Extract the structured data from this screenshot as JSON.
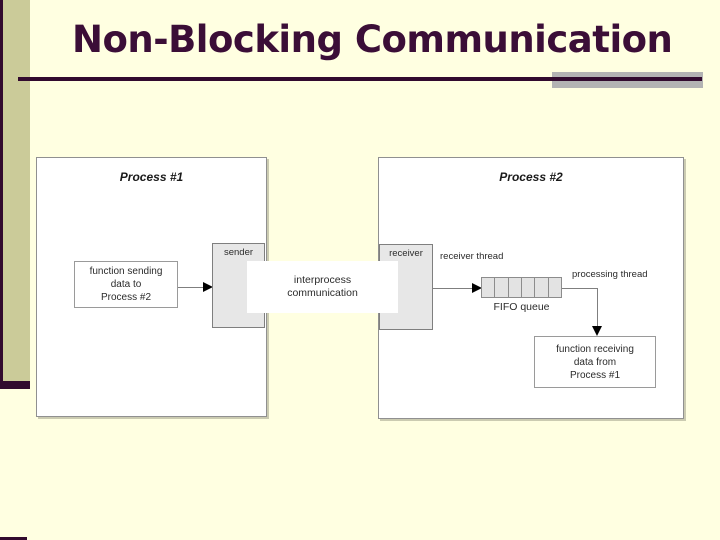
{
  "slide": {
    "title": "Non-Blocking Communication"
  },
  "colors": {
    "background": "#FFFFE1",
    "side_band": "#CBCB99",
    "accent_dark": "#320A2E",
    "title_color": "#3B0E37",
    "accent_gray_bar": "#B3B3B3",
    "gray_box_fill": "#E7E7E7"
  },
  "diagram": {
    "process1": {
      "title": "Process #1",
      "send_function_lines": [
        "function sending",
        "data to",
        "Process #2"
      ],
      "sender_label": "sender"
    },
    "interprocess_lines": [
      "interprocess",
      "communication"
    ],
    "process2": {
      "title": "Process #2",
      "receiver_label": "receiver",
      "receiver_thread_label": "receiver thread",
      "fifo_queue_label": "FIFO queue",
      "fifo_cell_count": 6,
      "processing_thread_label": "processing thread",
      "receive_function_lines": [
        "function receiving",
        "data from",
        "Process #1"
      ]
    }
  }
}
